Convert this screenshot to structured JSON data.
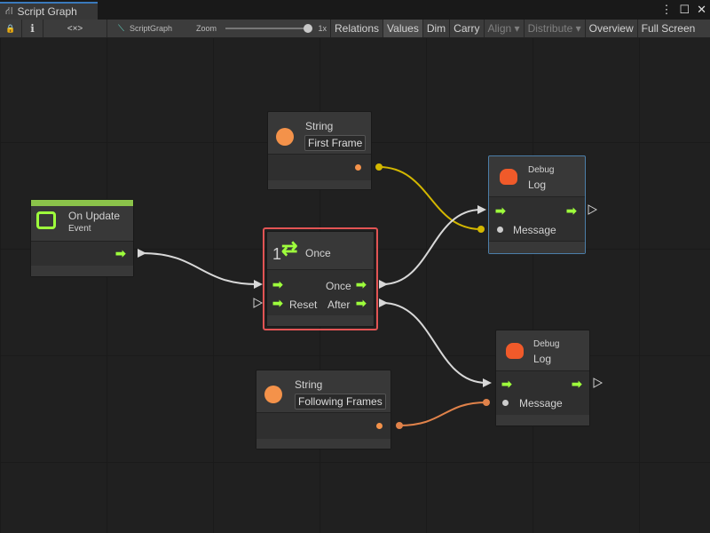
{
  "window": {
    "title": "Script Graph"
  },
  "toolbar": {
    "lock": "🔒",
    "info": "ℹ",
    "embed": "<×>",
    "graph_name": "ScriptGraph",
    "zoom_label": "Zoom",
    "zoom_value": "1x",
    "zoom_level": 1,
    "buttons": [
      "Relations",
      "Values",
      "Dim",
      "Carry",
      "Align ▾",
      "Distribute ▾",
      "Overview",
      "Full Screen"
    ],
    "active": "Values"
  },
  "colors": {
    "trigger": "#9eff3c",
    "string_port": "#f4924a",
    "selection": "#e25454",
    "debug_select": "#4c7ea8",
    "wire_string": "#d3b700",
    "wire_orange": "#e0824a",
    "event_bar": "#8bc34a"
  },
  "nodes": {
    "string1": {
      "title": "String",
      "value": "First Frame"
    },
    "string2": {
      "title": "String",
      "value": "Following Frames"
    },
    "on_update": {
      "title": "On Update",
      "subtitle": "Event"
    },
    "once": {
      "count": "1",
      "title": "Once",
      "out_once": "Once",
      "in_reset": "Reset",
      "out_after": "After"
    },
    "log1": {
      "category": "Debug",
      "title": "Log",
      "message": "Message"
    },
    "log2": {
      "category": "Debug",
      "title": "Log",
      "message": "Message"
    }
  }
}
